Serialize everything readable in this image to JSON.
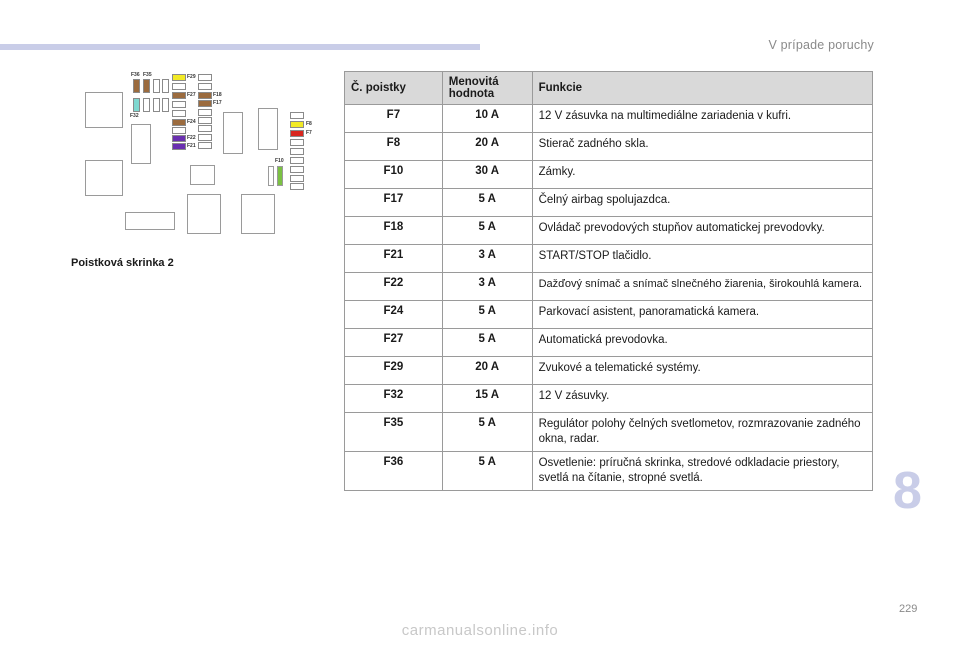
{
  "header": {
    "title": "V prípade poruchy"
  },
  "chapter_number": "8",
  "page_number": "229",
  "watermark": "carmanualsonline.info",
  "diagram": {
    "caption": "Poistková skrinka 2",
    "labels": {
      "f36": "F36",
      "f35": "F35",
      "f32": "F32",
      "f29": "F29",
      "f27": "F27",
      "f18": "F18",
      "f17": "F17",
      "f24": "F24",
      "f22": "F22",
      "f21": "F21",
      "f8": "F8",
      "f7": "F7",
      "f10": "F10"
    },
    "colors": {
      "brown": "#9b6b3e",
      "yellow": "#f2ea26",
      "violet": "#6a2fb0",
      "cyan": "#7fd8d0",
      "red": "#d8261f",
      "green": "#7bc143"
    }
  },
  "table": {
    "headers": [
      "Č. poistky",
      "Menovitá hodnota",
      "Funkcie"
    ],
    "rows": [
      [
        "F7",
        "10 A",
        "12 V zásuvka na multimediálne zariadenia v kufri."
      ],
      [
        "F8",
        "20 A",
        "Stierač zadného skla."
      ],
      [
        "F10",
        "30 A",
        "Zámky."
      ],
      [
        "F17",
        "5 A",
        "Čelný airbag spolujazdca."
      ],
      [
        "F18",
        "5 A",
        "Ovládač prevodových stupňov automatickej prevodovky."
      ],
      [
        "F21",
        "3 A",
        "START/STOP tlačidlo."
      ],
      [
        "F22",
        "3 A",
        "Dažďový snímač a snímač slnečného žiarenia, širokouhlá kamera."
      ],
      [
        "F24",
        "5 A",
        "Parkovací asistent, panoramatická kamera."
      ],
      [
        "F27",
        "5 A",
        "Automatická prevodovka."
      ],
      [
        "F29",
        "20 A",
        "Zvukové a telematické systémy."
      ],
      [
        "F32",
        "15 A",
        "12 V zásuvky."
      ],
      [
        "F35",
        "5 A",
        "Regulátor polohy čelných svetlometov, rozmrazovanie zadného okna, radar."
      ],
      [
        "F36",
        "5 A",
        "Osvetlenie: príručná skrinka, stredové odkladacie priestory, svetlá na čítanie, stropné svetlá."
      ]
    ]
  }
}
